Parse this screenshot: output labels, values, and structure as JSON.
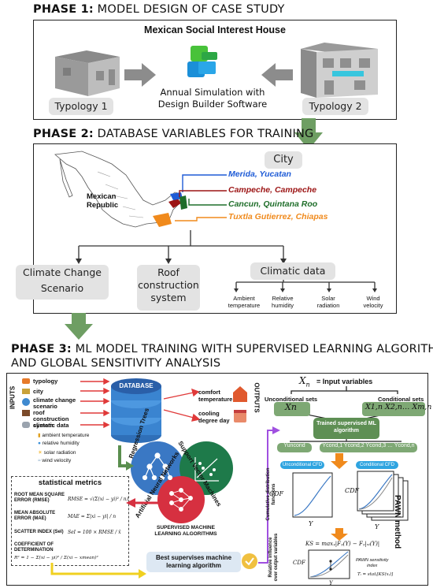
{
  "phase1": {
    "title_bold": "PHASE 1:",
    "title_rest": " MODEL DESIGN OF CASE STUDY",
    "box_title": "Mexican Social Interest House",
    "typology1": "Typology 1",
    "typology2": "Typology 2",
    "annual_sim_line1": "Annual Simulation with",
    "annual_sim_line2": "Design Builder Software"
  },
  "phase2": {
    "title_bold": "PHASE 2:",
    "title_rest": " DATABASE VARIABLES FOR TRAINING",
    "city_label": "City",
    "map_label_line1": "Mexican",
    "map_label_line2": "Republic",
    "cities": [
      {
        "name": "Merida, Yucatan",
        "color": "#1e5bd6"
      },
      {
        "name": "Campeche, Campeche",
        "color": "#9c1414"
      },
      {
        "name": "Cancun, Quintana Roo",
        "color": "#1f6e2a"
      },
      {
        "name": "Tuxtla Gutierrez, Chiapas",
        "color": "#f08a1c"
      }
    ],
    "climate_change_line1": "Climate Change",
    "climate_change_line2": "Scenario",
    "roof_line1": "Roof",
    "roof_line2": "construction",
    "roof_line3": "system",
    "climatic_data": "Climatic data",
    "climatic_vars": [
      {
        "l1": "Ambient",
        "l2": "temperature"
      },
      {
        "l1": "Relative",
        "l2": "humidity"
      },
      {
        "l1": "Solar",
        "l2": "radiation"
      },
      {
        "l1": "Wind",
        "l2": "velocity"
      }
    ]
  },
  "phase3": {
    "title_bold": "PHASE 3:",
    "title_rest_line1": " ML MODEL TRAINING WITH SUPERVISED LEARNING ALGORITHMS",
    "title_rest_line2": "AND GLOBAL SENSITIVITY ANALYSIS",
    "inputs_label": "INPUTS",
    "outputs_label": "OUTPUTS",
    "inputs": [
      "typology",
      "city",
      "climate change scenario",
      "roof construction system",
      "climatic data"
    ],
    "climatic_sub": [
      "ambient temperature",
      "relative humidity",
      "solar radiation",
      "wind velocity"
    ],
    "database": "DATABASE",
    "outputs": [
      {
        "l1": "comfort",
        "l2": "temperature"
      },
      {
        "l1": "cooling",
        "l2": "degree day"
      }
    ],
    "algorithms": [
      "Regression Trees",
      "Support Vector Machines",
      "Artificial Neural Networks"
    ],
    "supervised_l1": "SUPERVISED MACHINE",
    "supervised_l2": "LEARNING ALGORITHMS",
    "metrics_title": "statistical metrics",
    "metrics": [
      {
        "name": "ROOT MEAN SQUARE ERROR (RMSE)",
        "eq": "RMSE = √(Σ(xi − yi)² / n)"
      },
      {
        "name": "MEAN ABSOLUTE ERROR (MAE)",
        "eq": "MAE = Σ|xi − yi| / n"
      },
      {
        "name": "SCATTER INDEX (SeI)",
        "eq": "SeI = 100 × RMSE / x̄"
      },
      {
        "name": "COEFFICIENT OF DETERMINATION",
        "eq": "R² = 1 − Σ(xi − yi)² / Σ(xi − xmean)²"
      }
    ],
    "best_l1": "Best supervises machine",
    "best_l2": "learning algorithm",
    "pawn": {
      "xn_top": "X",
      "xn_sub": "n",
      "input_vars": "= Input variables",
      "unconditional_sets": "Unconditional sets",
      "conditional_sets": "Conditional sets",
      "trained_l1": "Trained supervised ML",
      "trained_l2": "algorithm",
      "unconditional_cfd": "Unconditional CFD",
      "conditional_cfd": "Conditional CFD",
      "cdf": "CDF",
      "y": "Y",
      "cum_label": "Cumulative distribution functions",
      "ks_eq": "KS = maxᵧ|Fᵧ(Y) − Fᵧ|ₓᵢ(Y)|",
      "rel_label": "Relative influence over output variables",
      "pawn_index_l1": "PAWN sensitivity",
      "pawn_index_l2": "index",
      "pawn_method": "PAWN method"
    }
  }
}
